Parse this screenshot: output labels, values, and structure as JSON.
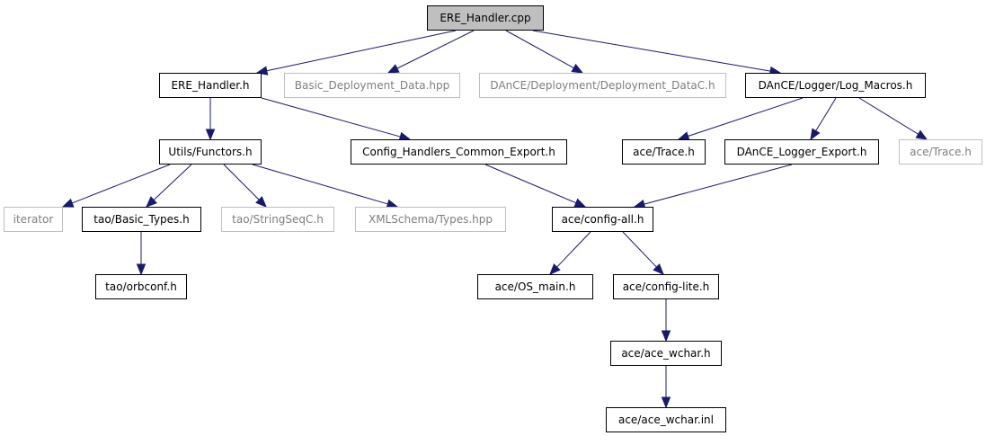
{
  "colors": {
    "edge": "#191970",
    "root_fill": "#bfbfbf",
    "external_border": "#bfbfbf",
    "external_text": "#7f7f7f"
  },
  "nodes": {
    "ere_handler_cpp": "ERE_Handler.cpp",
    "ere_handler_h": "ERE_Handler.h",
    "basic_deployment_data": "Basic_Deployment_Data.hpp",
    "deployment_datac": "DAnCE/Deployment/Deployment_DataC.h",
    "log_macros": "DAnCE/Logger/Log_Macros.h",
    "functors": "Utils/Functors.h",
    "config_handlers_export": "Config_Handlers_Common_Export.h",
    "ace_trace_1": "ace/Trace.h",
    "dance_logger_export": "DAnCE_Logger_Export.h",
    "ace_trace_2": "ace/Trace.h",
    "iterator": "iterator",
    "basic_types": "tao/Basic_Types.h",
    "stringseqc": "tao/StringSeqC.h",
    "xmlschema_types": "XMLSchema/Types.hpp",
    "config_all": "ace/config-all.h",
    "orbconf": "tao/orbconf.h",
    "os_main": "ace/OS_main.h",
    "config_lite": "ace/config-lite.h",
    "ace_wchar_h": "ace/ace_wchar.h",
    "ace_wchar_inl": "ace/ace_wchar.inl"
  }
}
